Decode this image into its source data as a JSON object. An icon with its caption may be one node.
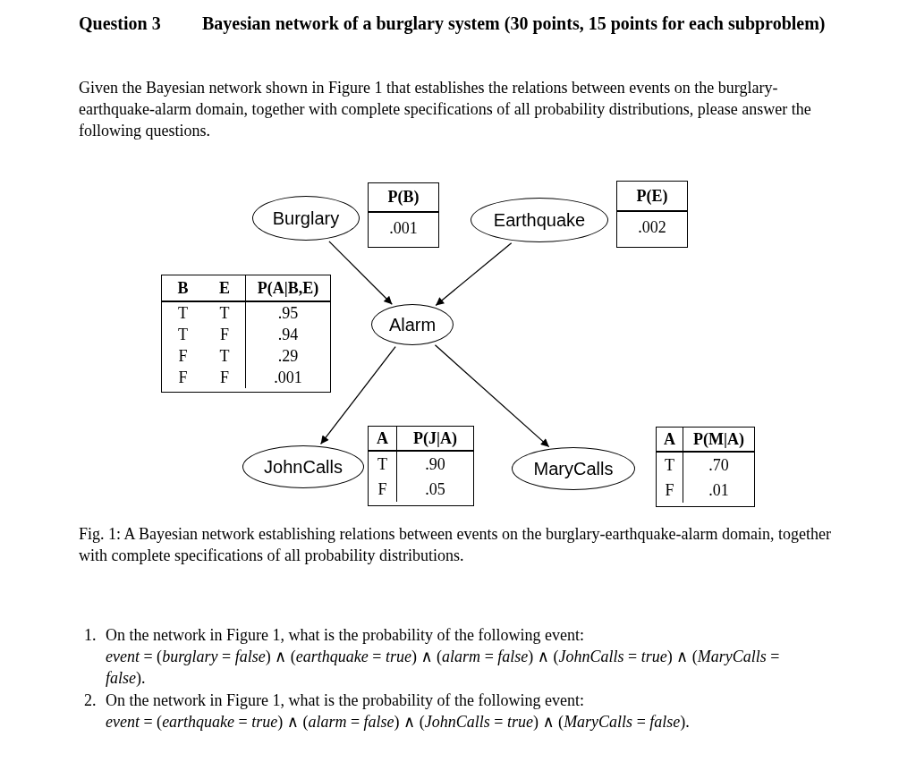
{
  "diagram": {
    "title": "Bayesian network of a burglary system (30 points, 15 points for each subproblem)",
    "caption": "Fig. 1: A Bayesian network establishing relations between events on the burglary-earthquake-alarm domain, together with complete specifications of all probability distributions.",
    "nodes": [
      {
        "text": [
          "Burglary"
        ]
      },
      {
        "text": [
          "Earthquake"
        ]
      },
      {
        "text": [
          "Alarm"
        ]
      },
      {
        "text": [
          "JohnCalls"
        ]
      },
      {
        "text": [
          "MaryCalls"
        ]
      }
    ],
    "edges": [
      {
        "from": 0,
        "to": 2,
        "arrow": "to"
      },
      {
        "from": 1,
        "to": 2,
        "arrow": "to"
      },
      {
        "from": 2,
        "to": 3,
        "arrow": "to"
      },
      {
        "from": 2,
        "to": 4,
        "arrow": "to"
      }
    ],
    "labels": [
      "Question 3",
      "Given the Bayesian network shown in Figure 1 that establishes the relations between events on the burglary-earthquake-alarm domain, together with complete specifications of all probability distributions, please answer the following questions.",
      "P(B)",
      ".001",
      "P(E)",
      ".002",
      "B",
      "E",
      "P(A|B,E)",
      "T",
      "T",
      ".95",
      "T",
      "F",
      ".94",
      "F",
      "T",
      ".29",
      "F",
      "F",
      ".001",
      "A",
      "P(J|A)",
      "T",
      ".90",
      "F",
      ".05",
      "A",
      "P(M|A)",
      "T",
      ".70",
      "F",
      ".01",
      "1.",
      "On the network in Figure 1, what is the probability of the following event:",
      "*event* = (*burglary* = *false*) ∧ (*earthquake* = *true*) ∧ (*alarm* = *false*) ∧ (*JohnCalls* = *true*) ∧ (*MaryCalls* = *false*).",
      "2.",
      "On the network in Figure 1, what is the probability of the following event:",
      "*event* = (*earthquake* = *true*) ∧ (*alarm* = *false*) ∧ (*JohnCalls* = *true*) ∧ (*MaryCalls* = *false*)."
    ]
  }
}
